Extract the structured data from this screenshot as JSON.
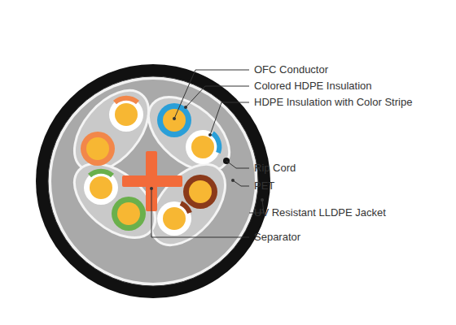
{
  "diagram": {
    "labels": [
      "OFC Conductor",
      "Colored HDPE Insulation",
      "HDPE Insulation with Color Stripe",
      "Rip Cord",
      "PET",
      "UV Resistant LLDPE Jacket",
      "Separator"
    ]
  }
}
